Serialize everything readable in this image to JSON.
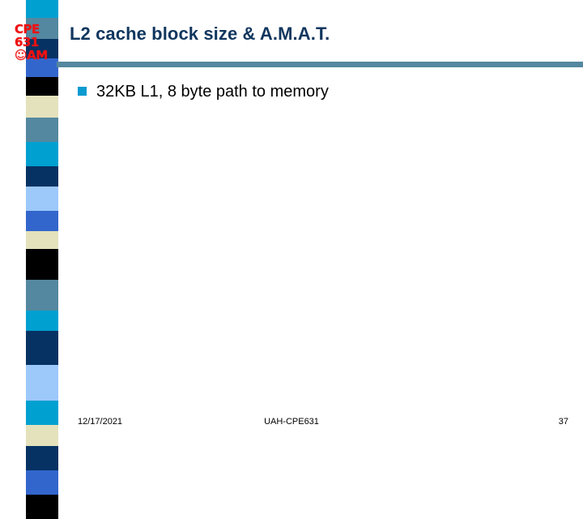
{
  "slide": {
    "title": "L2 cache block size & A.M.A.T.",
    "bullets": [
      {
        "marker": "square-bullet",
        "text": "32KB L1, 8 byte path to memory"
      }
    ]
  },
  "logo": {
    "line1": "CPE",
    "line2": "631",
    "line3": "☺AM",
    "color": "#ee1111"
  },
  "footer": {
    "date": "12/17/2021",
    "center": "UAH-CPE631",
    "page": "37"
  },
  "theme": {
    "title_color": "#10365e",
    "rule_color": "#5488a0",
    "bullet_color": "#0b9bd0",
    "body_text_color": "#000000",
    "background": "#ffffff"
  },
  "stripes": [
    {
      "name": "cyan",
      "color": "#00a0d0",
      "height": 22
    },
    {
      "name": "steel-blue",
      "color": "#5488a0",
      "height": 26
    },
    {
      "name": "navy",
      "color": "#063263",
      "height": 24
    },
    {
      "name": "royal-blue",
      "color": "#3366cc",
      "height": 23
    },
    {
      "name": "black",
      "color": "#000000",
      "height": 23
    },
    {
      "name": "beige",
      "color": "#e4e2bc",
      "height": 27
    },
    {
      "name": "steel-blue",
      "color": "#5488a0",
      "height": 30
    },
    {
      "name": "cyan",
      "color": "#00a0d0",
      "height": 30
    },
    {
      "name": "navy",
      "color": "#063263",
      "height": 25
    },
    {
      "name": "light-blue",
      "color": "#9cc8fa",
      "height": 30
    },
    {
      "name": "royal-blue",
      "color": "#3366cc",
      "height": 25
    },
    {
      "name": "beige",
      "color": "#e4e2bc",
      "height": 22
    },
    {
      "name": "black",
      "color": "#000000",
      "height": 38
    },
    {
      "name": "steel-blue",
      "color": "#5488a0",
      "height": 38
    },
    {
      "name": "cyan",
      "color": "#00a0d0",
      "height": 25
    },
    {
      "name": "navy",
      "color": "#063263",
      "height": 42
    },
    {
      "name": "light-blue",
      "color": "#9cc8fa",
      "height": 44
    },
    {
      "name": "cyan",
      "color": "#00a0d0",
      "height": 30
    },
    {
      "name": "beige",
      "color": "#e4e2bc",
      "height": 26
    },
    {
      "name": "navy",
      "color": "#063263",
      "height": 30
    },
    {
      "name": "royal-blue",
      "color": "#3366cc",
      "height": 30
    },
    {
      "name": "black",
      "color": "#000000",
      "height": 30
    }
  ]
}
